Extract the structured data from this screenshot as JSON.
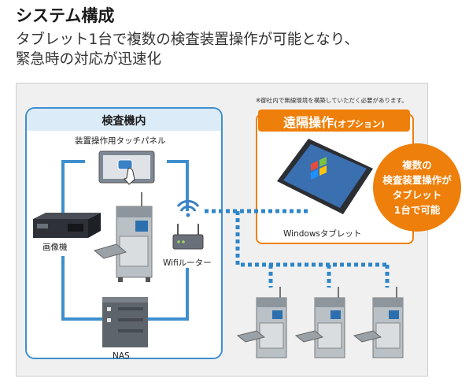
{
  "title": "システム構成",
  "subtitle_lines": [
    "タブレット1台で複数の検査装置操作が可能となり、",
    "緊急時の対応が迅速化"
  ],
  "inspection_group": {
    "label": "検査機内",
    "touch_panel_label": "装置操作用タッチパネル",
    "analyzer_label": "画像機",
    "router_label": "Wifiルーター",
    "nas_label": "NAS"
  },
  "remote_group": {
    "label_main": "遠隔操作",
    "label_sub": "(オプション)",
    "note": "※御社内で無線環境を構築していただく必要があります。",
    "tablet_label": "Windowsタブレット"
  },
  "callout_lines": [
    "複数の",
    "検査装置操作が",
    "タブレット",
    "1台で可能"
  ],
  "colors": {
    "blue": "#3f8fce",
    "orange": "#ee7f0a",
    "dotted": "#2e86c9"
  }
}
